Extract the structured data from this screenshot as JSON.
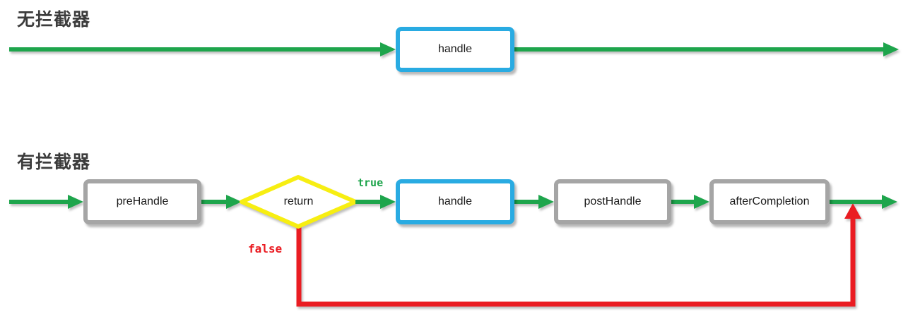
{
  "colors": {
    "green-color": "#1ea54c",
    "red-color": "#ea1c22",
    "yellow-color": "#f7ee12",
    "blue-color": "#29abe2",
    "gray-color": "#a5a5a5",
    "title-color": "#3c3c3c",
    "text-color": "#1a1a1a"
  },
  "sections": {
    "no_interceptor": {
      "title": "无拦截器",
      "nodes": [
        {
          "id": "handle",
          "label": "handle",
          "type": "process",
          "border": "blue"
        }
      ]
    },
    "with_interceptor": {
      "title": "有拦截器",
      "nodes": [
        {
          "id": "preHandle",
          "label": "preHandle",
          "type": "process",
          "border": "gray"
        },
        {
          "id": "return",
          "label": "return",
          "type": "decision",
          "border": "yellow"
        },
        {
          "id": "handle",
          "label": "handle",
          "type": "process",
          "border": "blue"
        },
        {
          "id": "postHandle",
          "label": "postHandle",
          "type": "process",
          "border": "gray"
        },
        {
          "id": "afterCompletion",
          "label": "afterCompletion",
          "type": "process",
          "border": "gray"
        }
      ],
      "branch_labels": {
        "true": "true",
        "false": "false"
      }
    }
  }
}
